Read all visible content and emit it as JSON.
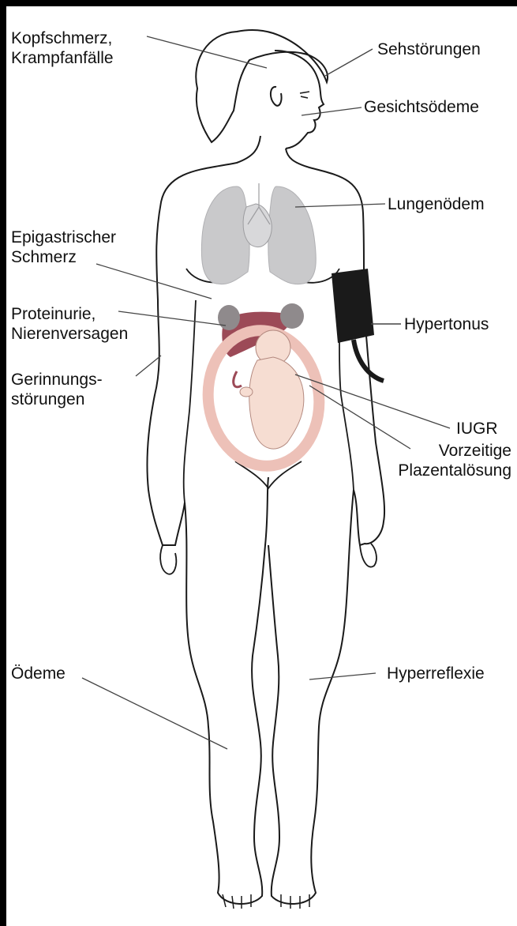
{
  "labels": {
    "kopfschmerz": [
      "Kopfschmerz,",
      "Krampfanfälle"
    ],
    "sehstoerungen": "Sehstörungen",
    "gesichtsoedeme": "Gesichtsödeme",
    "lungenoedem": "Lungenödem",
    "epigastrischer": [
      "Epigastrischer",
      "Schmerz"
    ],
    "proteinurie": [
      "Proteinurie,",
      "Nierenversagen"
    ],
    "hypertonus": "Hypertonus",
    "gerinnung": [
      "Gerinnungs-",
      "störungen"
    ],
    "iugr": "IUGR",
    "plazenta": [
      "Vorzeitige",
      "Plazentalösung"
    ],
    "oedeme": "Ödeme",
    "hyperreflexie": "Hyperreflexie"
  },
  "colors": {
    "frame": "#000000",
    "background": "#ffffff",
    "outline": "#1a1a1a",
    "lungs": "#c9c9cb",
    "kidney": "#8f8a8c",
    "liver": "#9c4a57",
    "placenta_ring": "#edc1b8",
    "fetus": "#f6ddd2",
    "cuff": "#1a1a1a",
    "leader_line": "#444444"
  },
  "icons": {
    "body": "female-body-outline-icon",
    "cuff": "blood-pressure-cuff-icon",
    "fetus": "fetus-icon"
  }
}
